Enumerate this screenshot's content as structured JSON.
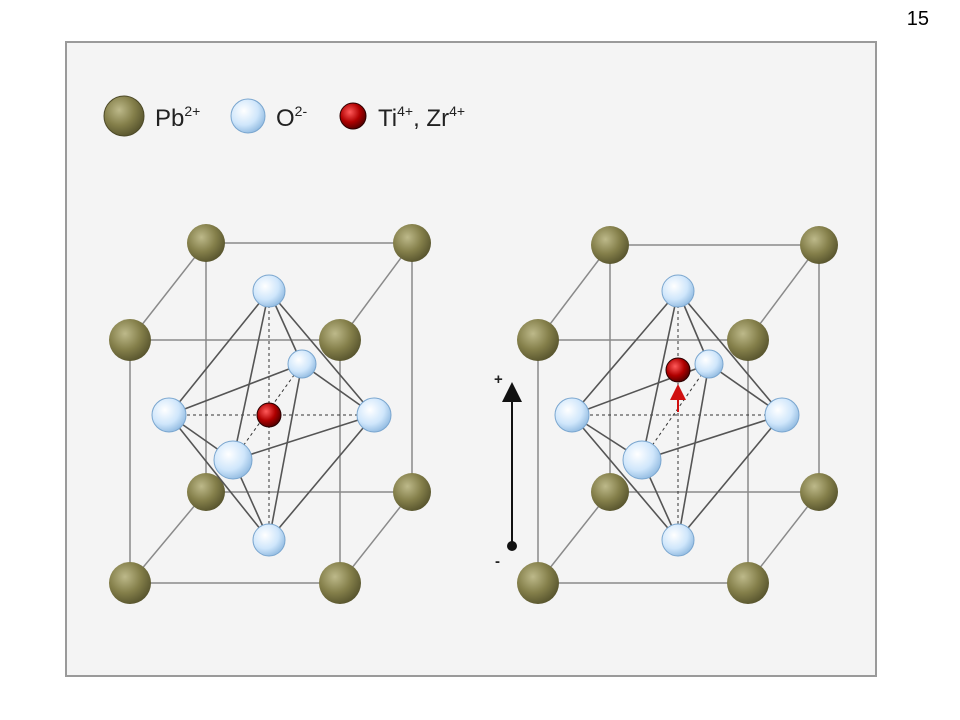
{
  "page": {
    "number": "15"
  },
  "legend": {
    "pb": {
      "base": "Pb",
      "sup": "2+"
    },
    "o": {
      "base": "O",
      "sup": "2-"
    },
    "ti": {
      "base": "Ti",
      "sup": "4+"
    },
    "sep": ", ",
    "zr": {
      "base": "Zr",
      "sup": "4+"
    }
  },
  "field_arrow": {
    "plus": "+",
    "minus": "-"
  },
  "colors": {
    "pb": "#7d7a45",
    "o": "#cfe6fb",
    "center": "#b00000",
    "bond": "#555555",
    "displacement_arrow": "#d01010"
  }
}
